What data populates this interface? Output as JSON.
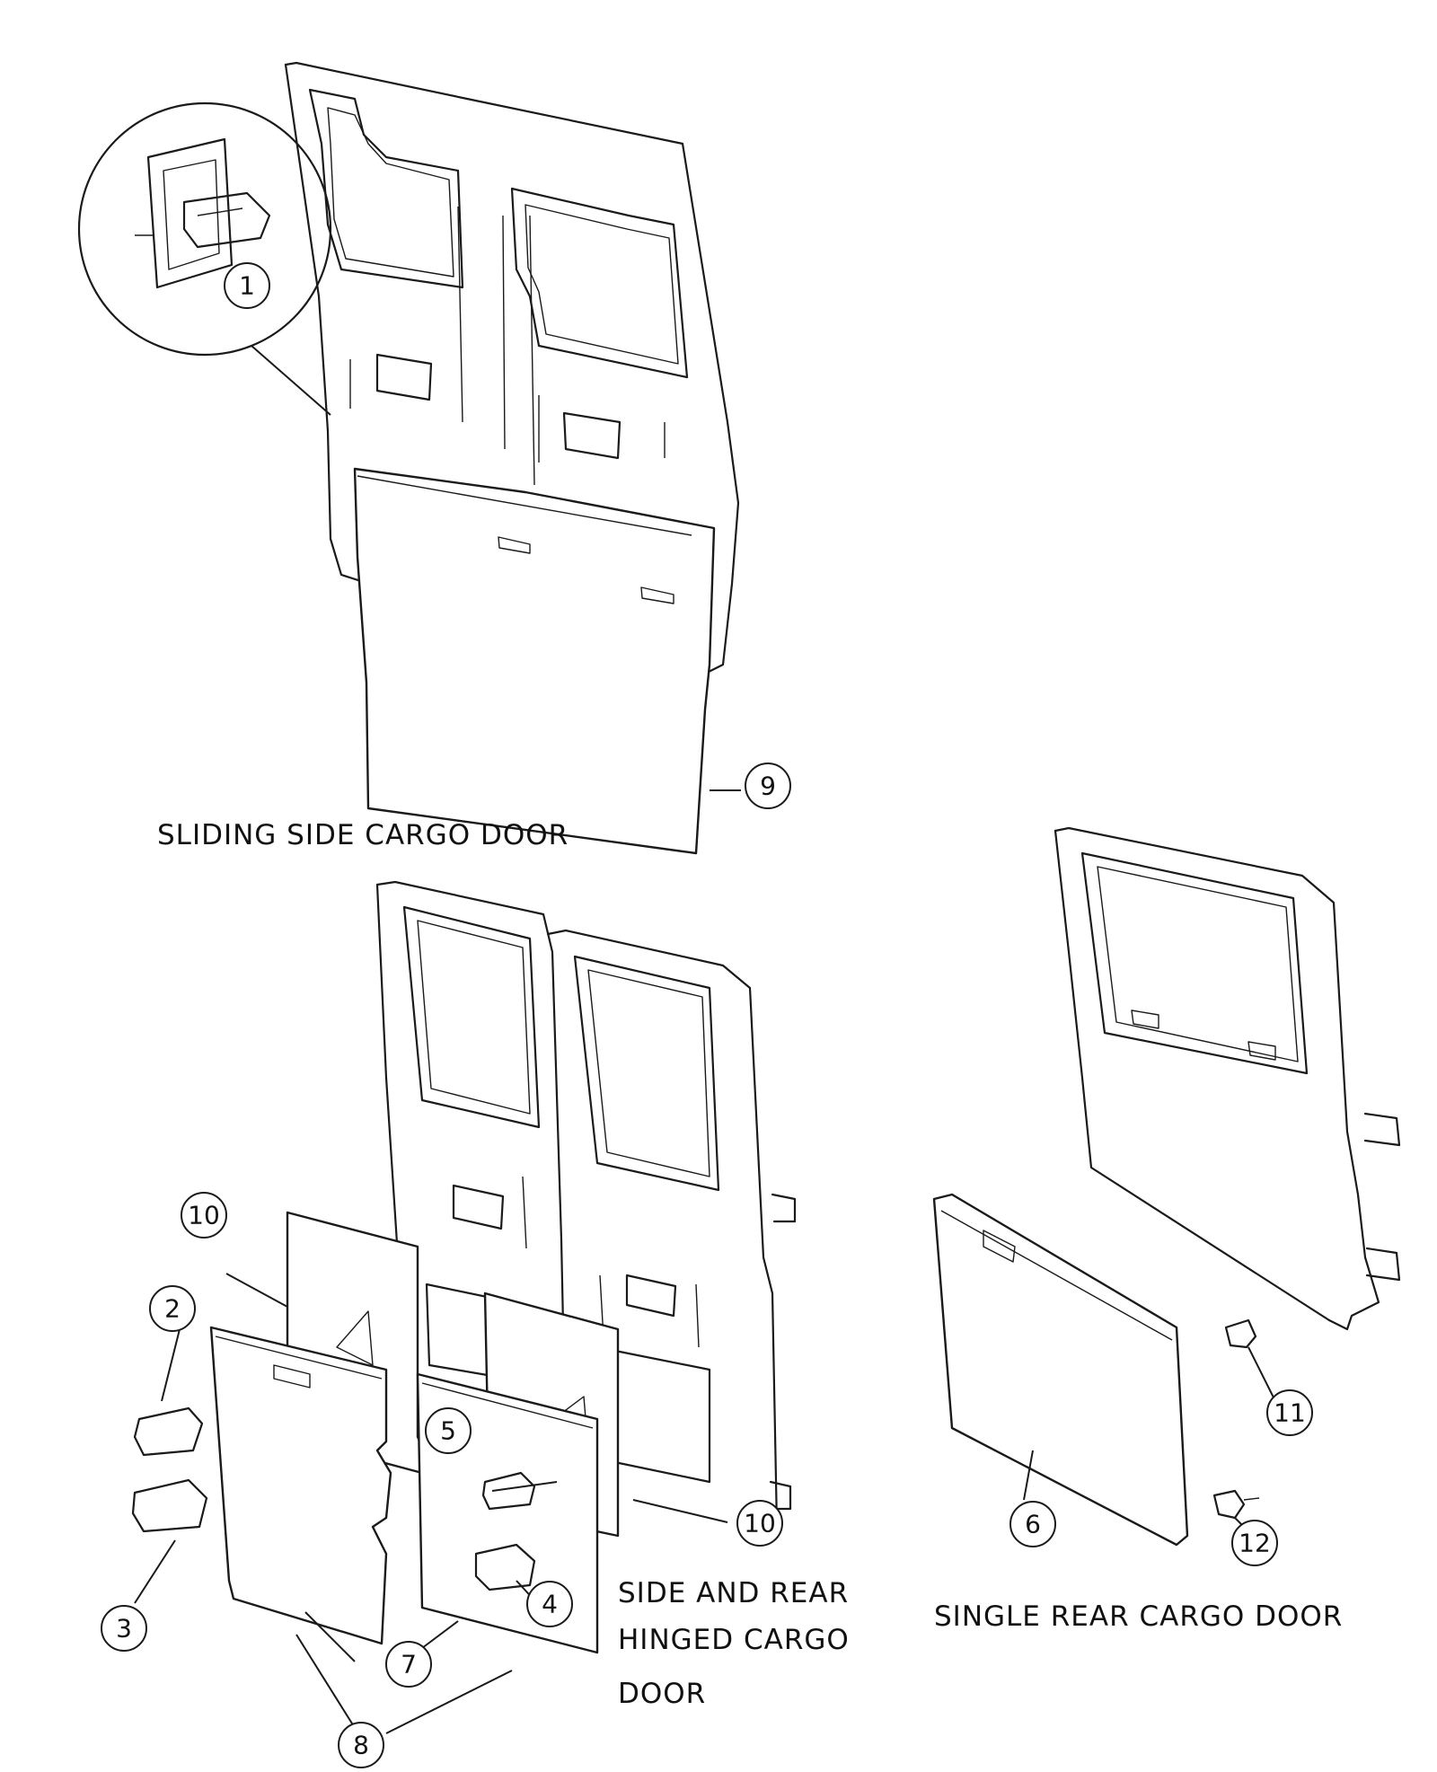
{
  "captions": {
    "sliding": "SLIDING SIDE CARGO DOOR",
    "hinged_line1": "SIDE AND REAR",
    "hinged_line2": "HINGED CARGO",
    "hinged_line3": "DOOR",
    "single": "SINGLE REAR CARGO DOOR"
  },
  "callouts": {
    "c1": "1",
    "c2": "2",
    "c3": "3",
    "c4": "4",
    "c5": "5",
    "c6": "6",
    "c7": "7",
    "c8": "8",
    "c9": "9",
    "c10a": "10",
    "c10b": "10",
    "c11": "11",
    "c12": "12"
  }
}
